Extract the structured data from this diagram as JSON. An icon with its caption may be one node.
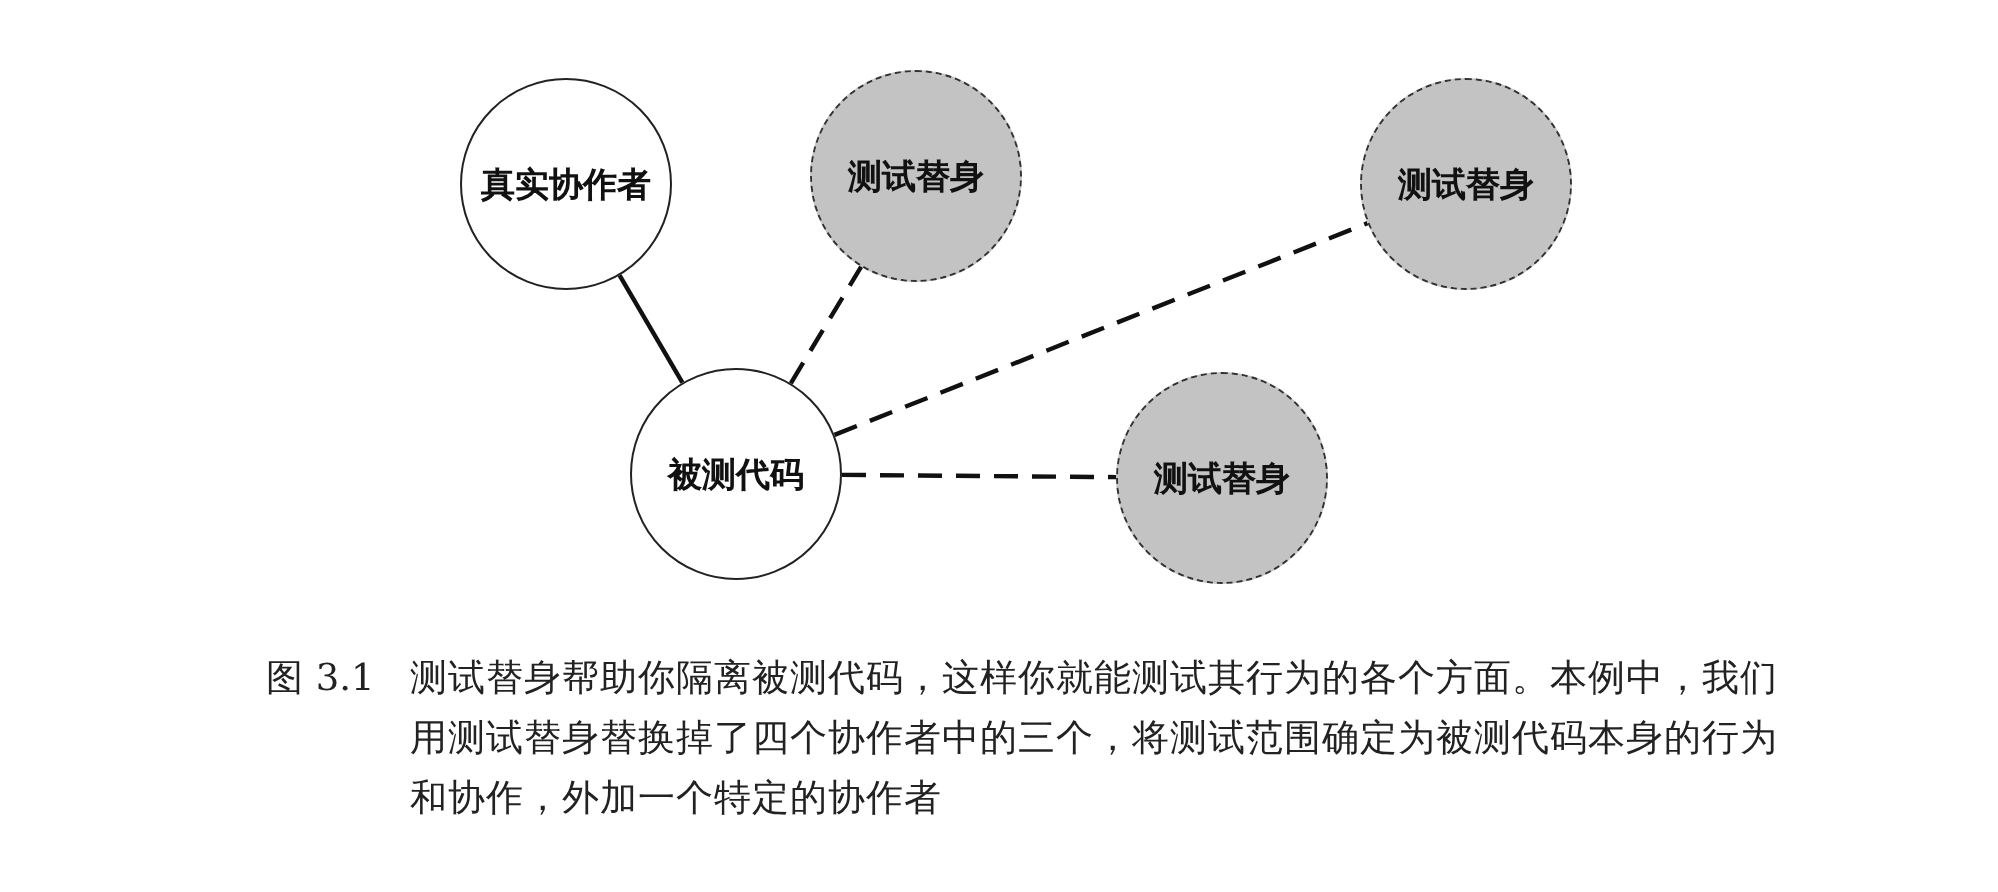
{
  "diagram": {
    "caption": "测试替身帮助你隔离被测代码，这样你就能测试其行为的各个方面。本例中，我们用测试替身替换掉了四个协作者中的三个，将测试范围确定为被测代码本身的行为和协作，外加一个特定的协作者",
    "nodes": [
      {
        "text": [
          "真实协作者"
        ]
      },
      {
        "text": [
          "测试替身"
        ]
      },
      {
        "text": [
          "测试替身"
        ]
      },
      {
        "text": [
          "被测代码"
        ]
      },
      {
        "text": [
          "测试替身"
        ]
      }
    ],
    "edges": [
      {
        "from": 3,
        "to": 0,
        "arrow": "none"
      },
      {
        "from": 3,
        "to": 1,
        "arrow": "none",
        "style": "dashed"
      },
      {
        "from": 3,
        "to": 2,
        "arrow": "none",
        "style": "dashed"
      },
      {
        "from": 3,
        "to": 4,
        "arrow": "none",
        "style": "dashed"
      }
    ],
    "labels": [
      "图 3.1"
    ]
  }
}
